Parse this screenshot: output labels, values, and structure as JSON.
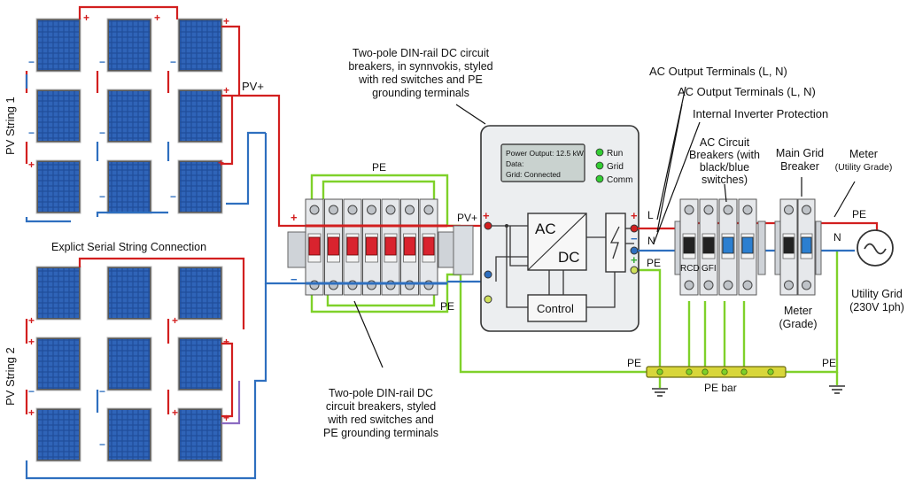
{
  "strings": {
    "string1_label": "PV String 1",
    "string2_label": "PV String 2",
    "pv_plus": "PV+",
    "serial_label": "Explict Serial String Connection"
  },
  "callouts": {
    "top_breaker_callout": [
      "Two-pole DIN-rail DC circuit",
      "breakers, in synnvokis, styled",
      "with red switches and PE",
      "grounding terminals"
    ],
    "bottom_breaker_callout": [
      "Two-pole DIN-rail DC",
      "circuit breakers, styled",
      "with red switches and",
      "PE grounding terminals"
    ],
    "ac_out_1": "AC Output Terminals (L, N)",
    "ac_out_2": "AC Output Terminals (L, N)",
    "internal_protection": "Internal Inverter Protection",
    "ac_breakers": [
      "AC Circuit",
      "Breakers (with",
      "black/blue",
      "switches)"
    ],
    "main_grid_breaker": [
      "Main Grid",
      "Breaker"
    ],
    "meter_top": [
      "Meter",
      "(Utility Grade)"
    ],
    "meter_bottom": [
      "Meter",
      "(Grade)"
    ],
    "utility_grid": [
      "Utility Grid",
      "(230V 1ph)"
    ]
  },
  "inverter": {
    "display_lines": [
      "Power Output: 12.5 kW",
      "Data:",
      "Grid: Connected"
    ],
    "leds": [
      {
        "label": "Run",
        "color": "#33cc33"
      },
      {
        "label": "Grid",
        "color": "#33cc33"
      },
      {
        "label": "Comm",
        "color": "#33cc33"
      }
    ],
    "ac_label": "AC",
    "dc_label": "DC",
    "control_label": "Control",
    "pv_plus_label": "PV+"
  },
  "terminal_labels": {
    "pe": "PE",
    "l": "L",
    "n": "N",
    "plus": "+",
    "minus": "−",
    "rcd": "RCD",
    "gfi": "GFI",
    "pe_bar": "PE bar"
  },
  "colors": {
    "positive_wire": "#d21f1f",
    "negative_wire": "#2e6fbf",
    "ground_wire": "#7fd12a",
    "breaker_switch_red": "#d9232e",
    "breaker_switch_blue": "#2c7fd0",
    "breaker_switch_black": "#222222",
    "pe_bar": "#d8d63a"
  }
}
